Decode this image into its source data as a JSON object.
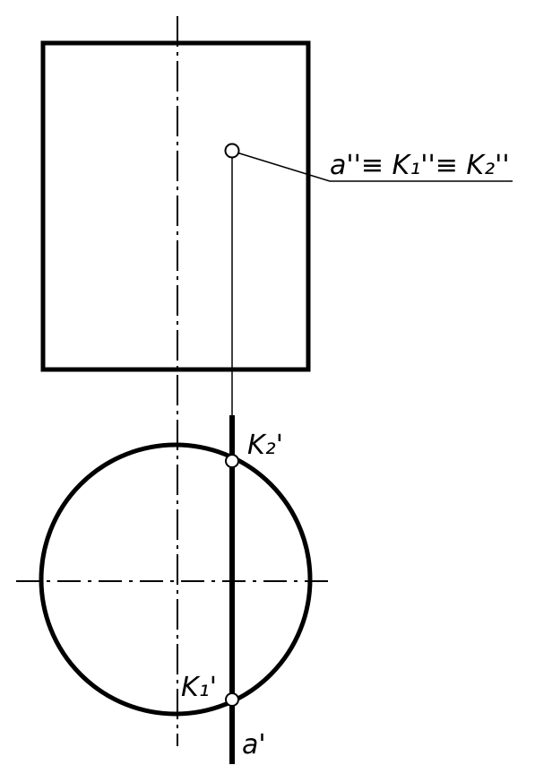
{
  "labels": {
    "projection_label": "a''≡ K₁''≡ K₂''",
    "point_k2": "K₂'",
    "point_k1": "K₁'",
    "line_a": "a'"
  },
  "colors": {
    "ink": "#000000",
    "paper": "#ffffff"
  }
}
